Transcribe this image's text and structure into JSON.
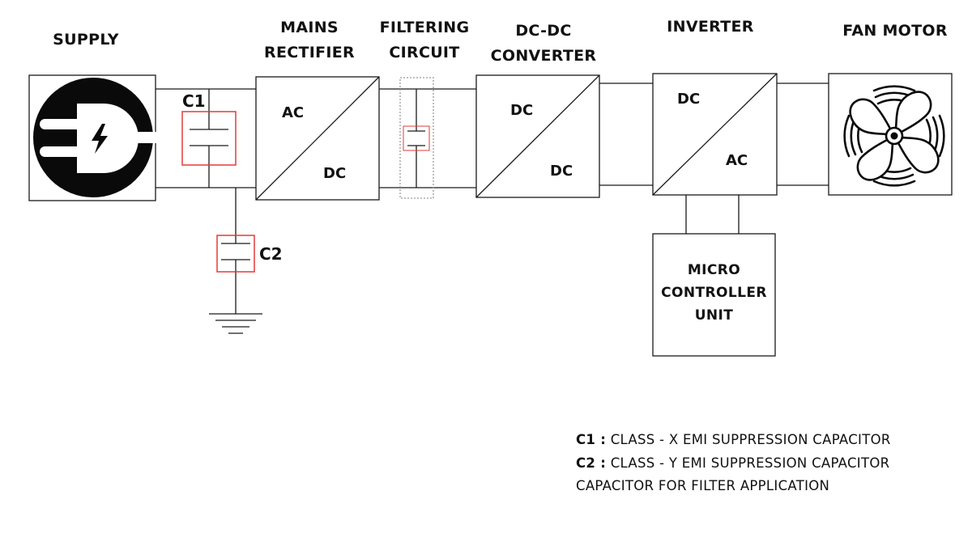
{
  "headers": {
    "supply": "SUPPLY",
    "mains_rectifier": [
      "MAINS",
      "RECTIFIER"
    ],
    "filtering_circuit": [
      "FILTERING",
      "CIRCUIT"
    ],
    "dc_dc_converter": [
      "DC-DC",
      "CONVERTER"
    ],
    "inverter": "INVERTER",
    "fan_motor": "FAN MOTOR"
  },
  "rectifier": {
    "in": "AC",
    "out": "DC"
  },
  "converter": {
    "in": "DC",
    "out": "DC"
  },
  "inverter": {
    "in": "DC",
    "out": "AC"
  },
  "capacitors": {
    "c1": "C1",
    "c2": "C2"
  },
  "mcu": [
    "MICRO",
    "CONTROLLER",
    "UNIT"
  ],
  "legend": [
    {
      "key": "C1 :",
      "text": "CLASS - X EMI SUPPRESSION CAPACITOR"
    },
    {
      "key": "C2 :",
      "text": "CLASS - Y EMI SUPPRESSION CAPACITOR"
    },
    {
      "key": "",
      "text": "CAPACITOR FOR FILTER APPLICATION"
    }
  ],
  "icons": {
    "supply": "plug-icon",
    "fan": "fan-icon",
    "ground": "ground-icon"
  },
  "colors": {
    "line": "#1a1a1a",
    "capacitor_highlight": "#e33b3b",
    "filter_box": "#9a9a9a"
  }
}
